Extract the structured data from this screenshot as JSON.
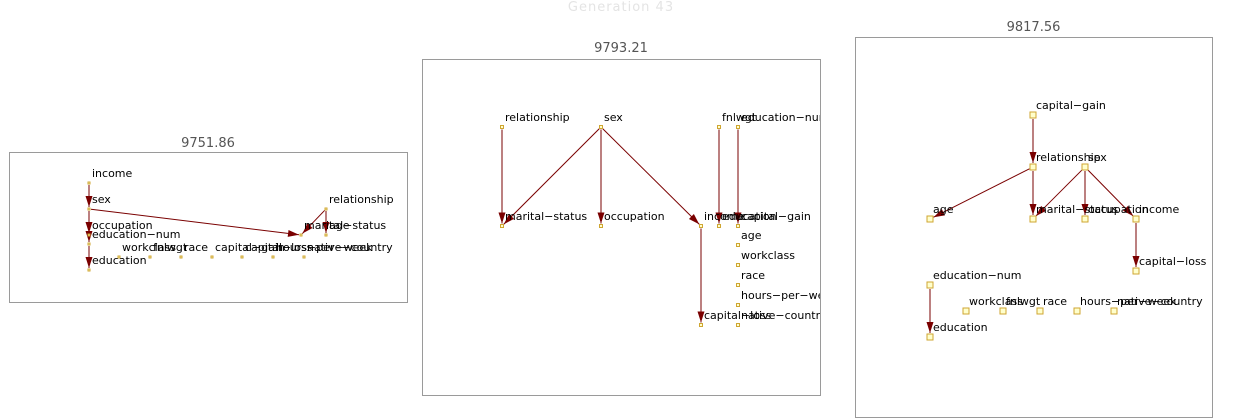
{
  "generation_title": "Generation 43",
  "colors": {
    "edge": "#7a0000",
    "node_fill": "#ffffcc",
    "node_stroke": "#cfa632",
    "frame": "#9a9a9a"
  },
  "panels": [
    {
      "score": "9751.86",
      "nodes": [
        {
          "label": "income"
        },
        {
          "label": "sex"
        },
        {
          "label": "occupation"
        },
        {
          "label": "education−num"
        },
        {
          "label": "education"
        },
        {
          "label": "relationship"
        },
        {
          "label": "marital−status"
        },
        {
          "label": "age"
        },
        {
          "label": "workclass"
        },
        {
          "label": "fnlwgt"
        },
        {
          "label": "race"
        },
        {
          "label": "capital−gain"
        },
        {
          "label": "capital−loss"
        },
        {
          "label": "hours−per−week"
        },
        {
          "label": "native−country"
        }
      ],
      "edges": [
        [
          0,
          1
        ],
        [
          1,
          2
        ],
        [
          1,
          6
        ],
        [
          2,
          3
        ],
        [
          3,
          4
        ],
        [
          5,
          6
        ],
        [
          5,
          7
        ]
      ]
    },
    {
      "score": "9793.21",
      "nodes": [
        {
          "label": "relationship"
        },
        {
          "label": "sex"
        },
        {
          "label": "fnlwgt"
        },
        {
          "label": "education−num"
        },
        {
          "label": "marital−status"
        },
        {
          "label": "occupation"
        },
        {
          "label": "income"
        },
        {
          "label": "education"
        },
        {
          "label": "capital−gain"
        },
        {
          "label": "age"
        },
        {
          "label": "workclass"
        },
        {
          "label": "race"
        },
        {
          "label": "hours−per−week"
        },
        {
          "label": "capital−loss"
        },
        {
          "label": "native−country"
        }
      ],
      "edges": [
        [
          0,
          4
        ],
        [
          1,
          4
        ],
        [
          1,
          5
        ],
        [
          1,
          6
        ],
        [
          2,
          7
        ],
        [
          3,
          8
        ],
        [
          6,
          13
        ]
      ]
    },
    {
      "score": "9817.56",
      "nodes": [
        {
          "label": "capital−gain"
        },
        {
          "label": "relationship"
        },
        {
          "label": "sex"
        },
        {
          "label": "age"
        },
        {
          "label": "marital−status"
        },
        {
          "label": "occupation"
        },
        {
          "label": "income"
        },
        {
          "label": "capital−loss"
        },
        {
          "label": "education−num"
        },
        {
          "label": "education"
        },
        {
          "label": "workclass"
        },
        {
          "label": "fnlwgt"
        },
        {
          "label": "race"
        },
        {
          "label": "hours−per−week"
        },
        {
          "label": "native−country"
        }
      ],
      "edges": [
        [
          0,
          1
        ],
        [
          1,
          3
        ],
        [
          1,
          4
        ],
        [
          2,
          4
        ],
        [
          2,
          5
        ],
        [
          2,
          6
        ],
        [
          6,
          7
        ],
        [
          8,
          9
        ]
      ]
    }
  ]
}
